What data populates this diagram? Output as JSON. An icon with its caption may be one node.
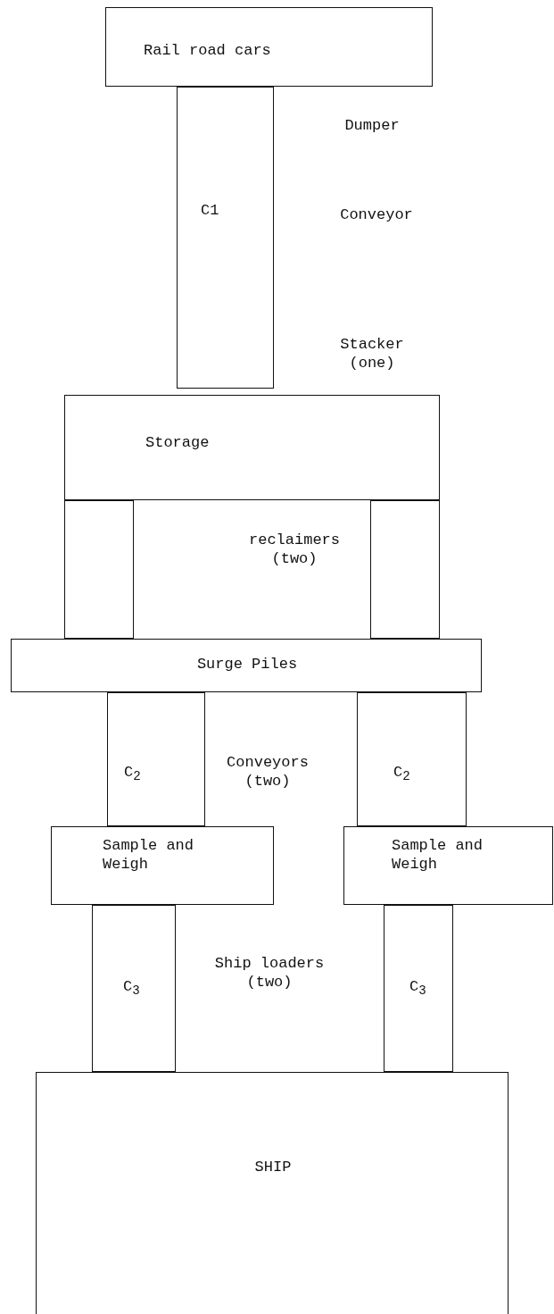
{
  "diagram": {
    "nodes": [
      {
        "text": [
          "Rail road cars"
        ]
      },
      {
        "text": [
          "C1"
        ]
      },
      {
        "text": [
          "Storage"
        ]
      },
      {
        "text": [],
        "shape": "bar"
      },
      {
        "text": [],
        "shape": "bar"
      },
      {
        "text": [
          "Surge Piles"
        ]
      },
      {
        "text": [
          "C$_{2}$"
        ]
      },
      {
        "text": [
          "C$_{2}$"
        ]
      },
      {
        "text": [
          "Sample and Weigh"
        ]
      },
      {
        "text": [
          "Sample and Weigh"
        ]
      },
      {
        "text": [
          "C$_{3}$"
        ]
      },
      {
        "text": [
          "C$_{3}$"
        ]
      },
      {
        "text": [
          "SHIP"
        ]
      }
    ],
    "labels": [
      "Dumper",
      "Conveyor",
      "Stacker (one)",
      "reclaimers (two)",
      "Conveyors (two)",
      "Ship loaders (two)"
    ]
  }
}
